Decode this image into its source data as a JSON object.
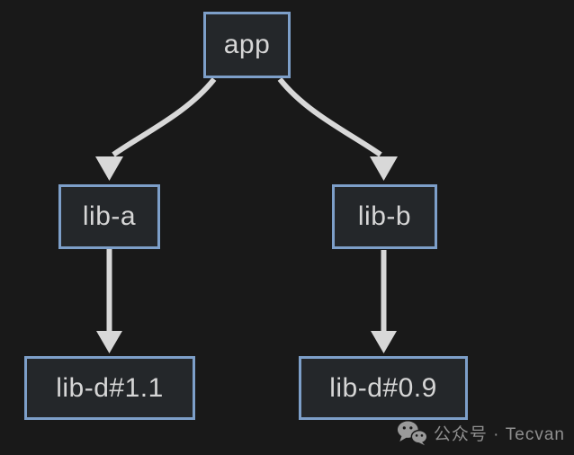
{
  "diagram": {
    "type": "dependency-tree",
    "nodes": [
      {
        "id": "app",
        "label": "app"
      },
      {
        "id": "lib-a",
        "label": "lib-a"
      },
      {
        "id": "lib-b",
        "label": "lib-b"
      },
      {
        "id": "lib-d-1-1",
        "label": "lib-d#1.1"
      },
      {
        "id": "lib-d-0-9",
        "label": "lib-d#0.9"
      }
    ],
    "edges": [
      {
        "from": "app",
        "to": "lib-a"
      },
      {
        "from": "app",
        "to": "lib-b"
      },
      {
        "from": "lib-a",
        "to": "lib-d-1-1"
      },
      {
        "from": "lib-b",
        "to": "lib-d-0-9"
      }
    ]
  },
  "watermark": {
    "icon": "wechat-icon",
    "text": "公众号 · Tecvan"
  },
  "colors": {
    "background": "#191919",
    "node_fill": "#24272a",
    "node_border": "#7d9fc9",
    "node_text": "#d6d6d6",
    "arrow": "#d8d8d8",
    "watermark_text": "#8f8f8f"
  }
}
